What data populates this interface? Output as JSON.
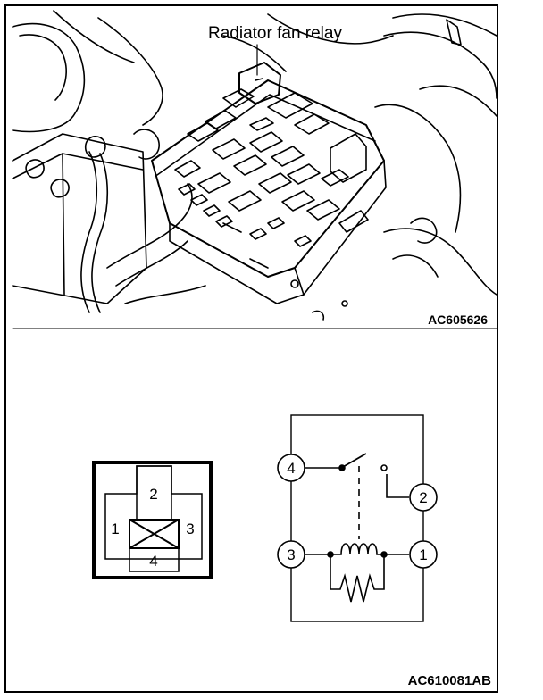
{
  "photo": {
    "callout_label": "Radiator fan relay",
    "figure_code": "AC605626"
  },
  "connector": {
    "pins": [
      "1",
      "2",
      "3",
      "4"
    ]
  },
  "relay_circuit": {
    "terminals": [
      "4",
      "2",
      "3",
      "1"
    ]
  },
  "footer": {
    "figure_code": "AC610081AB"
  }
}
